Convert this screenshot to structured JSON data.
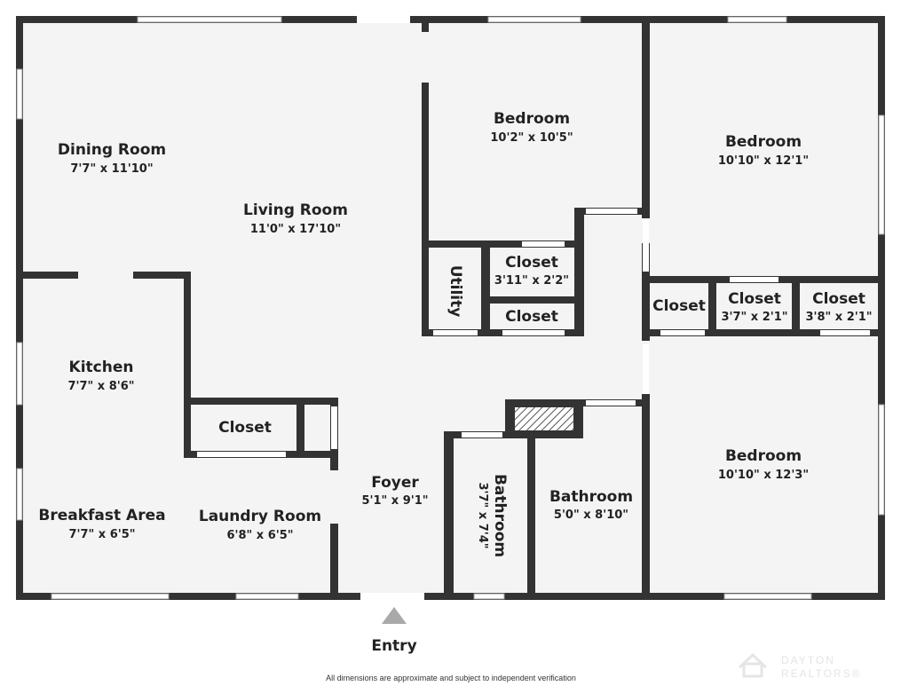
{
  "rooms": {
    "dining": {
      "name": "Dining Room",
      "dim": "7'7\" x 11'10\""
    },
    "living": {
      "name": "Living Room",
      "dim": "11'0\" x 17'10\""
    },
    "bedroom1": {
      "name": "Bedroom",
      "dim": "10'2\" x 10'5\""
    },
    "bedroom2": {
      "name": "Bedroom",
      "dim": "10'10\" x 12'1\""
    },
    "utility": {
      "name": "Utility"
    },
    "closet1": {
      "name": "Closet",
      "dim": "3'11\" x 2'2\""
    },
    "closet2": {
      "name": "Closet"
    },
    "closet3": {
      "name": "Closet"
    },
    "closet4": {
      "name": "Closet",
      "dim": "3'7\" x 2'1\""
    },
    "closet5": {
      "name": "Closet",
      "dim": "3'8\" x 2'1\""
    },
    "kitchen": {
      "name": "Kitchen",
      "dim": "7'7\" x 8'6\""
    },
    "closet6": {
      "name": "Closet"
    },
    "foyer": {
      "name": "Foyer",
      "dim": "5'1\" x 9'1\""
    },
    "bathroom1": {
      "name": "Bathroom",
      "dim": "3'7\" x 7'4\""
    },
    "bathroom2": {
      "name": "Bathroom",
      "dim": "5'0\" x 8'10\""
    },
    "bedroom3": {
      "name": "Bedroom",
      "dim": "10'10\" x 12'3\""
    },
    "breakfast": {
      "name": "Breakfast Area",
      "dim": "7'7\" x 6'5\""
    },
    "laundry": {
      "name": "Laundry Room",
      "dim": "6'8\" x 6'5\""
    }
  },
  "entry_label": "Entry",
  "disclaimer": "All dimensions are approximate and subject to independent verification",
  "logo": {
    "line1": "DAYTON",
    "line2": "REALTORS®"
  }
}
